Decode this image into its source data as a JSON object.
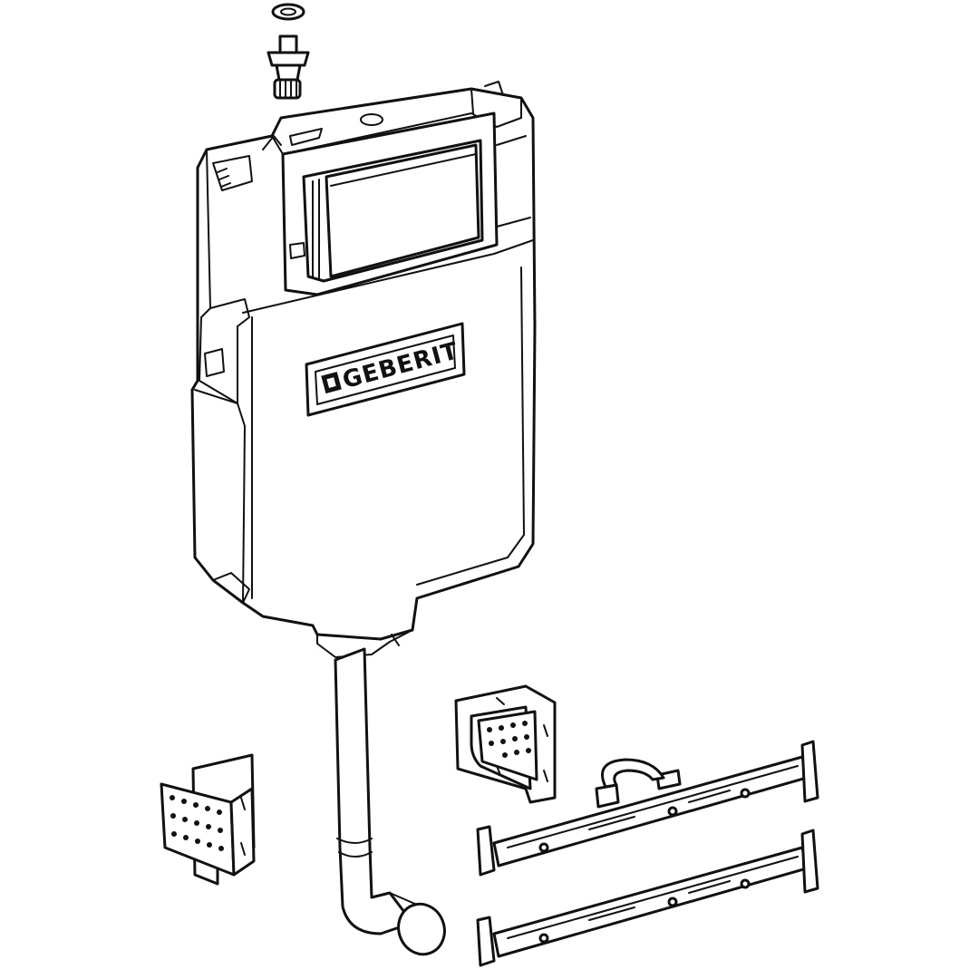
{
  "drawing": {
    "brand_logo": "GEBERIT",
    "line_color": "#111111",
    "background_color": "#ffffff",
    "parts": [
      "sealing-washer",
      "water-supply-valve",
      "concealed-cistern",
      "flush-pipe-with-elbow",
      "wall-bracket-left",
      "wall-bracket-right",
      "pipe-clip",
      "mounting-rail-upper",
      "mounting-rail-lower"
    ]
  }
}
